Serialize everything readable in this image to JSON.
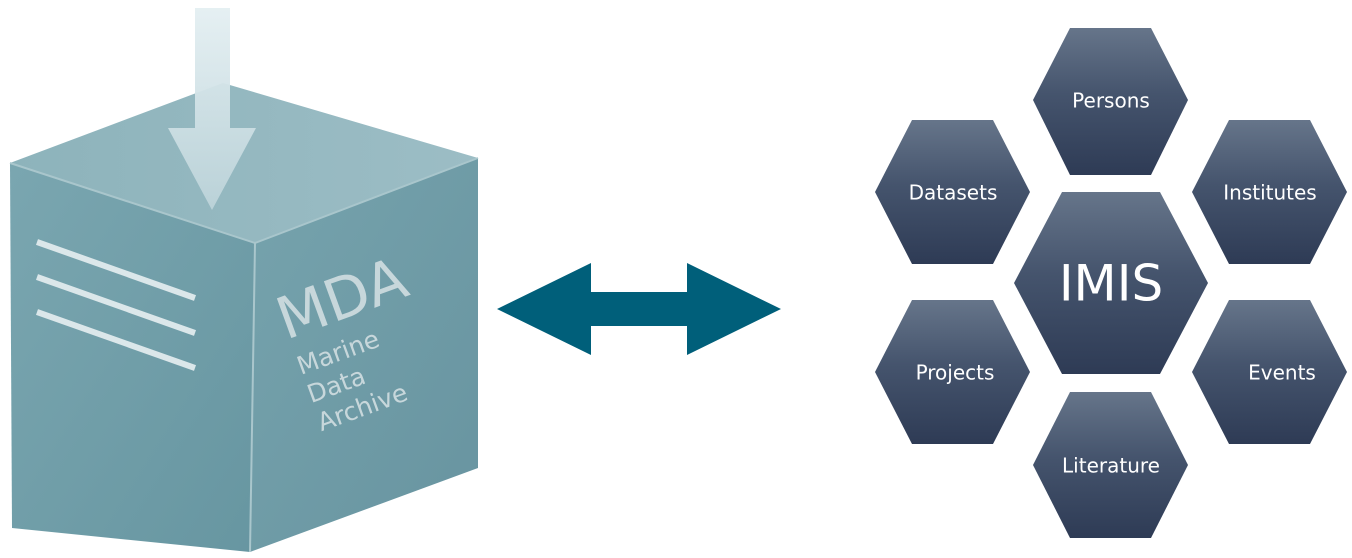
{
  "archive": {
    "acronym": "MDA",
    "name_lines": [
      "Marine",
      "Data",
      "Archive"
    ]
  },
  "imis": {
    "center": "IMIS",
    "modules": {
      "persons": "Persons",
      "datasets": "Datasets",
      "institutes": "Institutes",
      "projects": "Projects",
      "events": "Events",
      "literature": "Literature"
    }
  },
  "colors": {
    "cube_front": "#6e9ea8",
    "cube_top": "#8fb5bd",
    "cube_right": "#6b9aa4",
    "arrow_down": "#c9dde2",
    "double_arrow": "#005f7a",
    "hex_light": "#5e6d82",
    "hex_dark": "#2f3d58"
  }
}
